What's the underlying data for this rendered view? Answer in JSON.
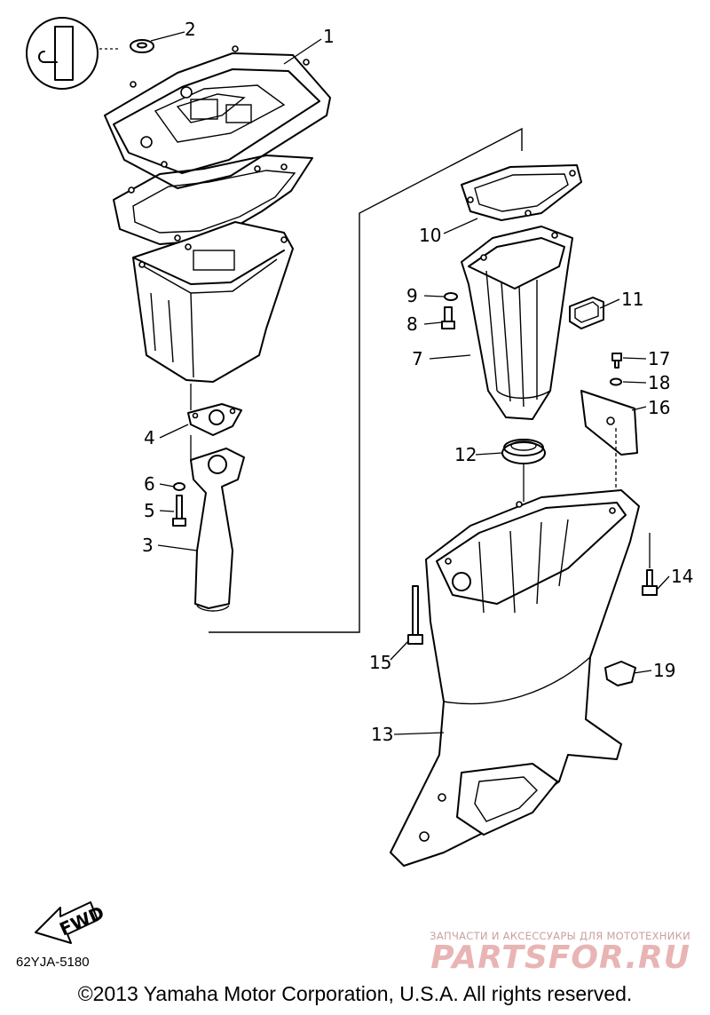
{
  "diagram": {
    "part_numbers": [
      "1",
      "2",
      "3",
      "4",
      "5",
      "6",
      "7",
      "8",
      "9",
      "10",
      "11",
      "12",
      "13",
      "14",
      "15",
      "16",
      "17",
      "18",
      "19"
    ],
    "fwd_label": "FWD",
    "diagram_code": "62YJA-5180",
    "copyright": "©2013 Yamaha Motor Corporation, U.S.A. All rights reserved."
  },
  "watermark": {
    "tagline": "ЗАПЧАСТИ И АКСЕССУАРЫ ДЛЯ МОТОТЕХНИКИ",
    "logo": "PARTSFOR.RU",
    "color": "#e8b4b4"
  },
  "colors": {
    "line": "#000000",
    "background": "#ffffff"
  }
}
